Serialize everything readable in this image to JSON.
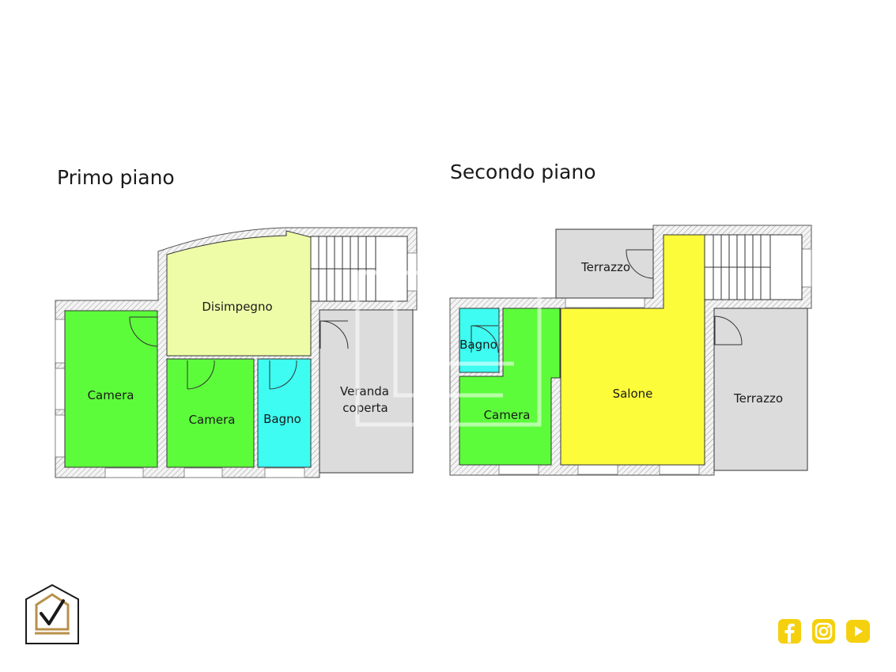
{
  "floors": [
    {
      "id": "primo",
      "title": "Primo piano",
      "rooms": [
        {
          "id": "camera-1",
          "label": "Camera",
          "color": "#5dfc3b"
        },
        {
          "id": "disimpegno",
          "label": "Disimpegno",
          "color": "#eefca8"
        },
        {
          "id": "camera-2",
          "label": "Camera",
          "color": "#5dfc3b"
        },
        {
          "id": "bagno",
          "label": "Bagno",
          "color": "#3efcf1"
        },
        {
          "id": "veranda",
          "label_lines": [
            "Veranda",
            "coperta"
          ],
          "color": "#dcdcdc"
        }
      ]
    },
    {
      "id": "secondo",
      "title": "Secondo piano",
      "rooms": [
        {
          "id": "terrazzo-top",
          "label": "Terrazzo",
          "color": "#dcdcdc"
        },
        {
          "id": "bagno",
          "label": "Bagno",
          "color": "#3efcf1"
        },
        {
          "id": "camera",
          "label": "Camera",
          "color": "#5dfc3b"
        },
        {
          "id": "salone",
          "label": "Salone",
          "color": "#fcfc3b"
        },
        {
          "id": "terrazzo-right",
          "label": "Terrazzo",
          "color": "#dcdcdc"
        }
      ]
    }
  ],
  "branding": {
    "logo_icon": "house-check-logo",
    "social": [
      {
        "id": "facebook",
        "icon": "facebook-icon"
      },
      {
        "id": "instagram",
        "icon": "instagram-icon"
      },
      {
        "id": "youtube",
        "icon": "youtube-icon"
      }
    ],
    "accent_color": "#f5d00f",
    "logo_gold": "#b8904a"
  }
}
